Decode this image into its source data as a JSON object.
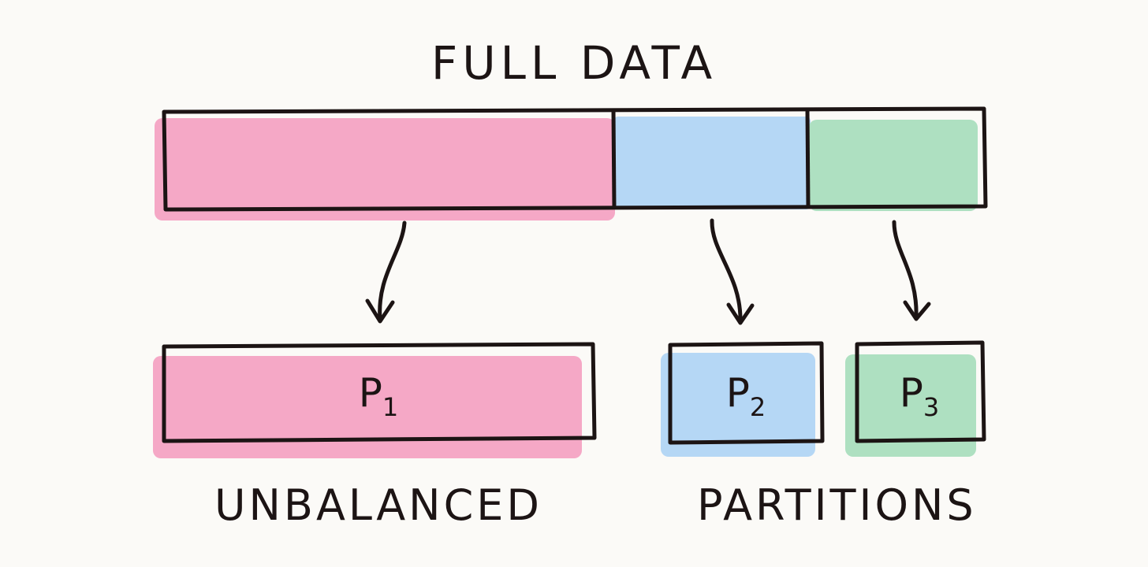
{
  "title": "FULL DATA",
  "colors": {
    "p1": "#f5a8c6",
    "p2": "#b5d7f5",
    "p3": "#aee0c1",
    "ink": "#1c1414",
    "background": "#fbfaf7"
  },
  "partitions": [
    {
      "name": "P",
      "sub": "1"
    },
    {
      "name": "P",
      "sub": "2"
    },
    {
      "name": "P",
      "sub": "3"
    }
  ],
  "footer": {
    "left": "UNBALANCED",
    "right": "PARTITIONS"
  }
}
